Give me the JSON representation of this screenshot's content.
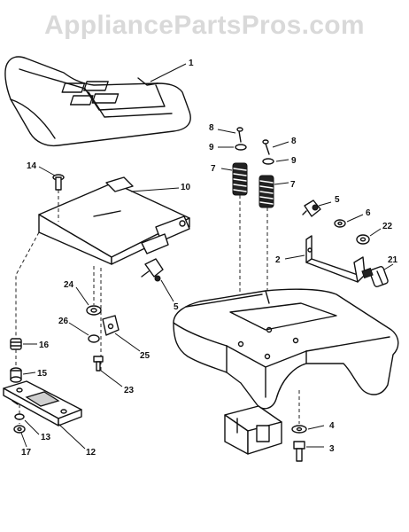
{
  "watermark": "AppliancePartsPros.com",
  "callouts": {
    "c1": "1",
    "c2": "2",
    "c3": "3",
    "c4": "4",
    "c5a": "5",
    "c5b": "5",
    "c6": "6",
    "c7a": "7",
    "c7b": "7",
    "c8a": "8",
    "c8b": "8",
    "c9a": "9",
    "c9b": "9",
    "c10": "10",
    "c12": "12",
    "c13": "13",
    "c14": "14",
    "c15": "15",
    "c16": "16",
    "c17": "17",
    "c21": "21",
    "c22": "22",
    "c23": "23",
    "c24": "24",
    "c25": "25",
    "c26": "26"
  }
}
